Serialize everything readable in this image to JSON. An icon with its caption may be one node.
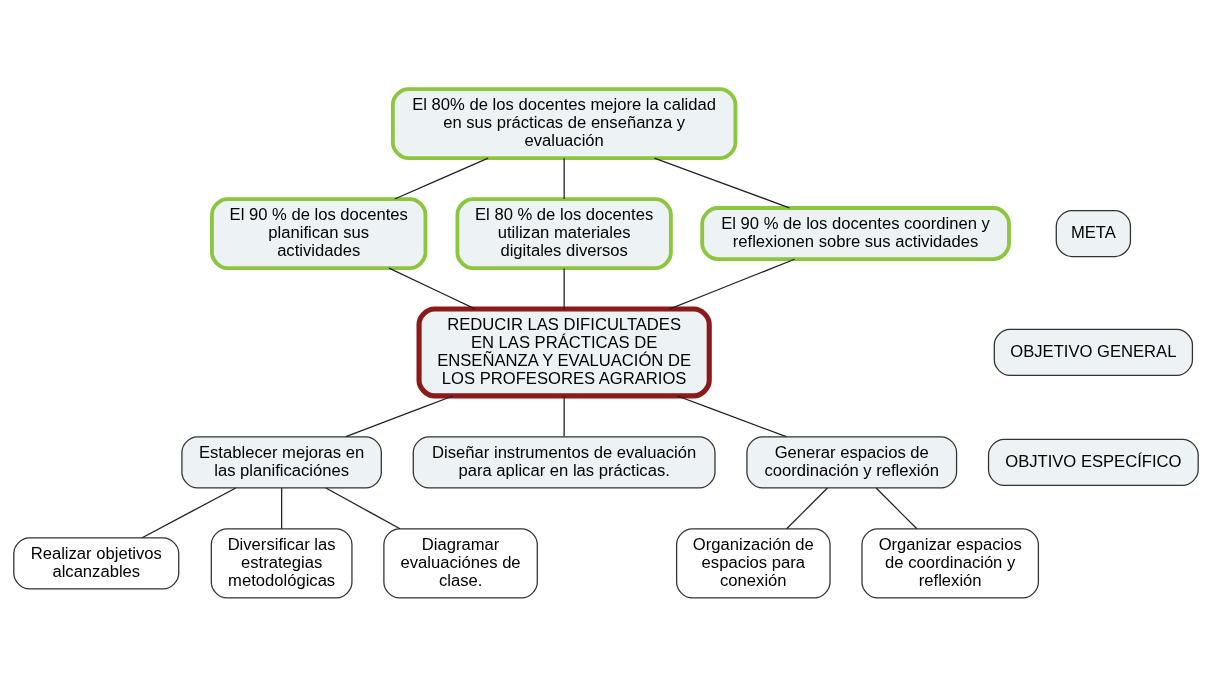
{
  "diagram": {
    "nodes": [
      {
        "text": [
          "El 80% de los docentes mejore la calidad en sus prácticas de enseñanza y evaluación"
        ]
      },
      {
        "text": [
          "META"
        ]
      },
      {
        "text": [
          "El 90 % de los docentes planifican sus actividades"
        ]
      },
      {
        "text": [
          "El 80 % de los docentes utilizan materiales digitales diversos"
        ]
      },
      {
        "text": [
          "El 90 % de los docentes coordinen y reflexionen sobre sus actividades"
        ]
      },
      {
        "text": [
          "OBJETIVO GENERAL"
        ]
      },
      {
        "text": [
          "REDUCIR LAS DIFICULTADES EN LAS PRÁCTICAS DE ENSEÑANZA Y EVALUACIÓN DE LOS PROFESORES AGRARIOS"
        ]
      },
      {
        "text": [
          "OBJTIVO ESPECÍFICO"
        ]
      },
      {
        "text": [
          "Establecer mejoras en las planificaciónes"
        ]
      },
      {
        "text": [
          "Diseñar instrumentos de evaluación para aplicar en las prácticas."
        ]
      },
      {
        "text": [
          "Generar espacios de coordinación y reflexión"
        ]
      },
      {
        "text": [
          "Realizar objetivos alcanzables"
        ]
      },
      {
        "text": [
          "Diversificar las estrategias metodológicas"
        ]
      },
      {
        "text": [
          "Diagramar evaluaciónes de clase."
        ]
      },
      {
        "text": [
          "Organización de espacios para conexión"
        ]
      },
      {
        "text": [
          "Organizar espacios de coordinación y reflexión"
        ]
      }
    ],
    "edges": [
      {
        "from": 0,
        "to": 2,
        "arrow": "none"
      },
      {
        "from": 0,
        "to": 3,
        "arrow": "none"
      },
      {
        "from": 0,
        "to": 4,
        "arrow": "none"
      },
      {
        "from": 2,
        "to": 6,
        "arrow": "none"
      },
      {
        "from": 3,
        "to": 6,
        "arrow": "none"
      },
      {
        "from": 4,
        "to": 6,
        "arrow": "none"
      },
      {
        "from": 6,
        "to": 8,
        "arrow": "none"
      },
      {
        "from": 6,
        "to": 9,
        "arrow": "none"
      },
      {
        "from": 6,
        "to": 10,
        "arrow": "none"
      },
      {
        "from": 8,
        "to": 11,
        "arrow": "none"
      },
      {
        "from": 8,
        "to": 12,
        "arrow": "none"
      },
      {
        "from": 8,
        "to": 13,
        "arrow": "none"
      },
      {
        "from": 10,
        "to": 14,
        "arrow": "none"
      },
      {
        "from": 10,
        "to": 15,
        "arrow": "none"
      }
    ]
  }
}
